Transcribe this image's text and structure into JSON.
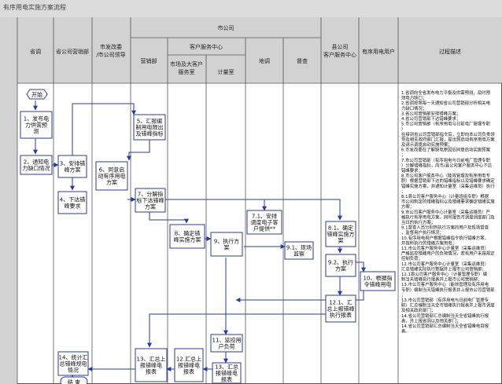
{
  "window": {
    "title": "有序用电实施方案流程"
  },
  "colors": {
    "header_bg": "#d0d0d0",
    "lane_bg": "#ffffff",
    "line": "#2b3a9e",
    "border": "#555555",
    "node_fill": "#e9eef9"
  },
  "lanes": {
    "top_city": "市公司",
    "customer_center": "客户服务中心",
    "province": "省调",
    "province_marketing": "省公司营销部",
    "city_dev": "市发改委\n/市公司领导",
    "city_marketing": "营销部",
    "market_center": "市场及大客户\n服务室",
    "metering": "计量室",
    "dispatch": "地调",
    "audit": "督查",
    "county": "县公司\n客户服务中心",
    "user": "有序用电用户",
    "desc_col": "过程描述"
  },
  "nodes": {
    "start": "开始",
    "n1": "1、发布电\n力供需预\n测",
    "n2": "2、通知电\n力缺口情况",
    "n3": "3、安排错\n峰方案",
    "n4": "4、下达错\n峰要求",
    "n5": "5、汇报编\n制用电限出\n及错峰指标",
    "n6": "6、同意启\n动有序用电\n方案",
    "n7": "7、分解指\n标下达错峰\n方案",
    "n71": "7.1、安排\n调度电子客\n户提供**",
    "n8": "8、确定错\n峰实施方案",
    "n81": "8.1、确定\n错峰实施方\n案",
    "n9": "9、执行方\n案",
    "n91": "9.1、现场\n监察",
    "n92": "9.2、执行\n方案",
    "n10": "10、根据指\n令错峰用电",
    "n11": "11、监控用\n户负荷",
    "n12": "12.1、汇\n总上报错峰\n执行报表",
    "n13a": "13、汇总上\n报错峰电\n报表",
    "n13b": "12.汇总上\n报错峰电\n报表",
    "n13c": "13、汇总\n报错峰电\n报表",
    "n14": "14、统计汇\n总错峰规电\n情况",
    "end": "结 束"
  },
  "description": [
    "1.省调向全省发布电力平衡及供需预测，及时预测电力缺口；",
    "2.省调按照每一天通知省公司营销部分析相关电力缺口情况；",
    "3.省公司营销部安排错峰方案；",
    "4.省公司营销部下达错峰要求；",
    "5.市公司营销部（有序用电与日前电厂管理专职）",
    "在接到省公司营销部指令后，立即向本公司负责领导及相关政府部门汇报，提出预启动有序用电方案及请示调度启动实施预案；",
    "6.市发改委在了解缺电原因后同意启动实施预案；",
    "7.市公司营销部（有序用电与日前电厂管理专职）分解错峰指标，向市/县公司客户服务中心下达错峰要求；",
    "8.市公司客户服务中心（能效管理及有序用电专职）根据营销部下达的错峰指标以及错峰要求确定错峰实施方案，并通知计量室（采集运维员）执行；",
    "8.1县公司客户服务中心（计量班组专职）根据市公司制定的错峰指标以及错峰要求确定错峰实施方案；",
    "9.市公司客户服务中心计量室（采集运维员）严格执行有序用电方案，同时报告市调度调度部门及当日的执行方案；",
    "9.1督查人员分别到执行方案的用户及现场督查，监督用户执行情况；",
    "10.有序用电用户根据错峰指令执行错峰方案，并按所执行的错峰方案用电；",
    "11.市公司客户服务中心计量室（采集运维员）严格监控错峰用户的负荷情况，若有用户未按规定控制负荷；",
    "12.市公司客户服务中心计量室（采集运维员）汇总错峰实际执行数据并上报市公司营销部；",
    "12.1县公司客户服务中心（计量管理专职）编制当天错峰执行报表并上报市公司营销部；",
    "13.市公司客户服务中心（能效管理及有序用电专职）编制当天错峰执行报表并上报市公司营销部；",
    "13.市公司营销部（有序用电与日前电厂管理专职）汇总编制当天全市错峰执行报表并上报市调度及相关政府部门；",
    "14.省公司营销部汇总编制当天全省错峰执行报表，并上报省调以及相关部门；",
    "14.省公司营销部汇总编制当天全省错峰电目报表。"
  ]
}
